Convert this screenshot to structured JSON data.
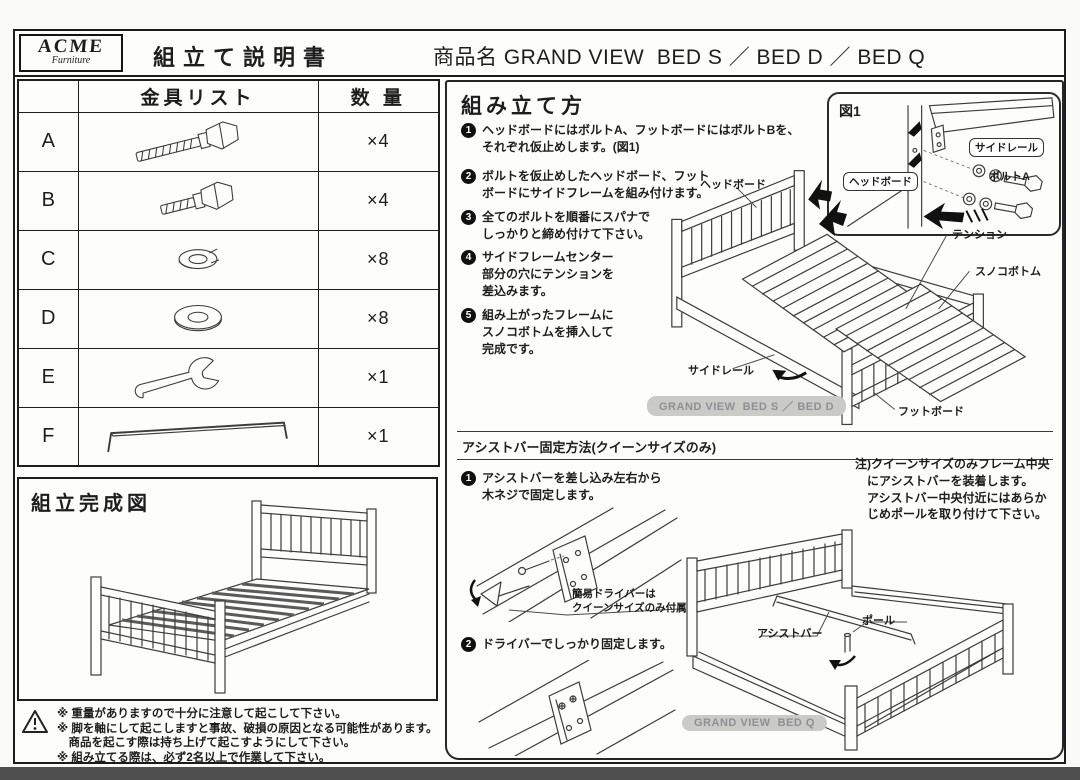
{
  "header": {
    "logo_text": "ACME",
    "logo_sub": "Furniture",
    "doc_title": "組立て説明書",
    "product_name": "商品名 GRAND VIEW  BED S ／ BED D ／ BED Q"
  },
  "parts_table": {
    "header_parts": "金具リスト",
    "header_qty": "数 量",
    "rows": [
      {
        "id": "A",
        "icon": "bolt-a-icon",
        "qty": "×4"
      },
      {
        "id": "B",
        "icon": "bolt-b-icon",
        "qty": "×4"
      },
      {
        "id": "C",
        "icon": "spring-washer-icon",
        "qty": "×8"
      },
      {
        "id": "D",
        "icon": "flat-washer-icon",
        "qty": "×8"
      },
      {
        "id": "E",
        "icon": "wrench-icon",
        "qty": "×1"
      },
      {
        "id": "F",
        "icon": "assist-bar-icon",
        "qty": "×1"
      }
    ]
  },
  "assembly": {
    "title": "組み立て方",
    "steps": [
      {
        "num": "1",
        "text": "ヘッドボードにはボルトA、フットボードにはボルトBを、\nそれぞれ仮止めします。(図1)"
      },
      {
        "num": "2",
        "text": "ボルトを仮止めしたヘッドボード、フット\nボードにサイドフレームを組み付けます。"
      },
      {
        "num": "3",
        "text": "全てのボルトを順番にスパナで\nしっかりと締め付けて下さい。"
      },
      {
        "num": "4",
        "text": "サイドフレームセンター\n部分の穴にテンションを\n差込みます。"
      },
      {
        "num": "5",
        "text": "組み上がったフレームに\nスノコボトムを挿入して\n完成です。"
      }
    ],
    "fig1": {
      "label": "図1",
      "headboard_label": "ヘッドボード",
      "siderail_label": "サイドレール",
      "bolt_a_label": "ボルトA"
    },
    "diagram_labels": {
      "headboard": "ヘッドボード",
      "tension": "テンション",
      "sunoko": "スノコボトム",
      "siderail": "サイドレール",
      "footboard": "フットボード"
    },
    "badge_sd": "GRAND VIEW  BED S ／ BED D"
  },
  "assist": {
    "title": "アシストバー固定方法(クイーンサイズのみ)",
    "steps": [
      {
        "num": "1",
        "text": "アシストバーを差し込み左右から\n木ネジで固定します。"
      },
      {
        "num": "2",
        "text": "ドライバーでしっかり固定します。"
      }
    ],
    "driver_note": "簡易ドライバーは\nクイーンサイズのみ付属。",
    "queen_note": "注)クイーンサイズのみフレーム中央\n　にアシストバーを装着します。\n　アシストバー中央付近にはあらか\n　じめポールを取り付けて下さい。",
    "labels": {
      "assist_bar": "アシストバー",
      "pole": "ポール"
    },
    "badge_q": "GRAND VIEW  BED Q"
  },
  "completed": {
    "title": "組立完成図"
  },
  "warnings": [
    "※ 重量がありますので十分に注意して起こして下さい。",
    "※ 脚を軸にして起こしますと事故、破損の原因となる可能性があります。\n　商品を起こす際は持ち上げて起こすようにして下さい。",
    "※ 組み立てる際は、必ず2名以上で作業して下さい。"
  ],
  "icons": {
    "warning": "warning-triangle-icon",
    "parts": [
      "bolt-a-icon",
      "bolt-b-icon",
      "spring-washer-icon",
      "flat-washer-icon",
      "wrench-icon",
      "assist-bar-icon"
    ]
  },
  "colors": {
    "ink": "#1d1d1d",
    "badge_bg": "#cacac7",
    "badge_text": "#8f8f95",
    "bottom_bar": "#4f4f4f"
  }
}
